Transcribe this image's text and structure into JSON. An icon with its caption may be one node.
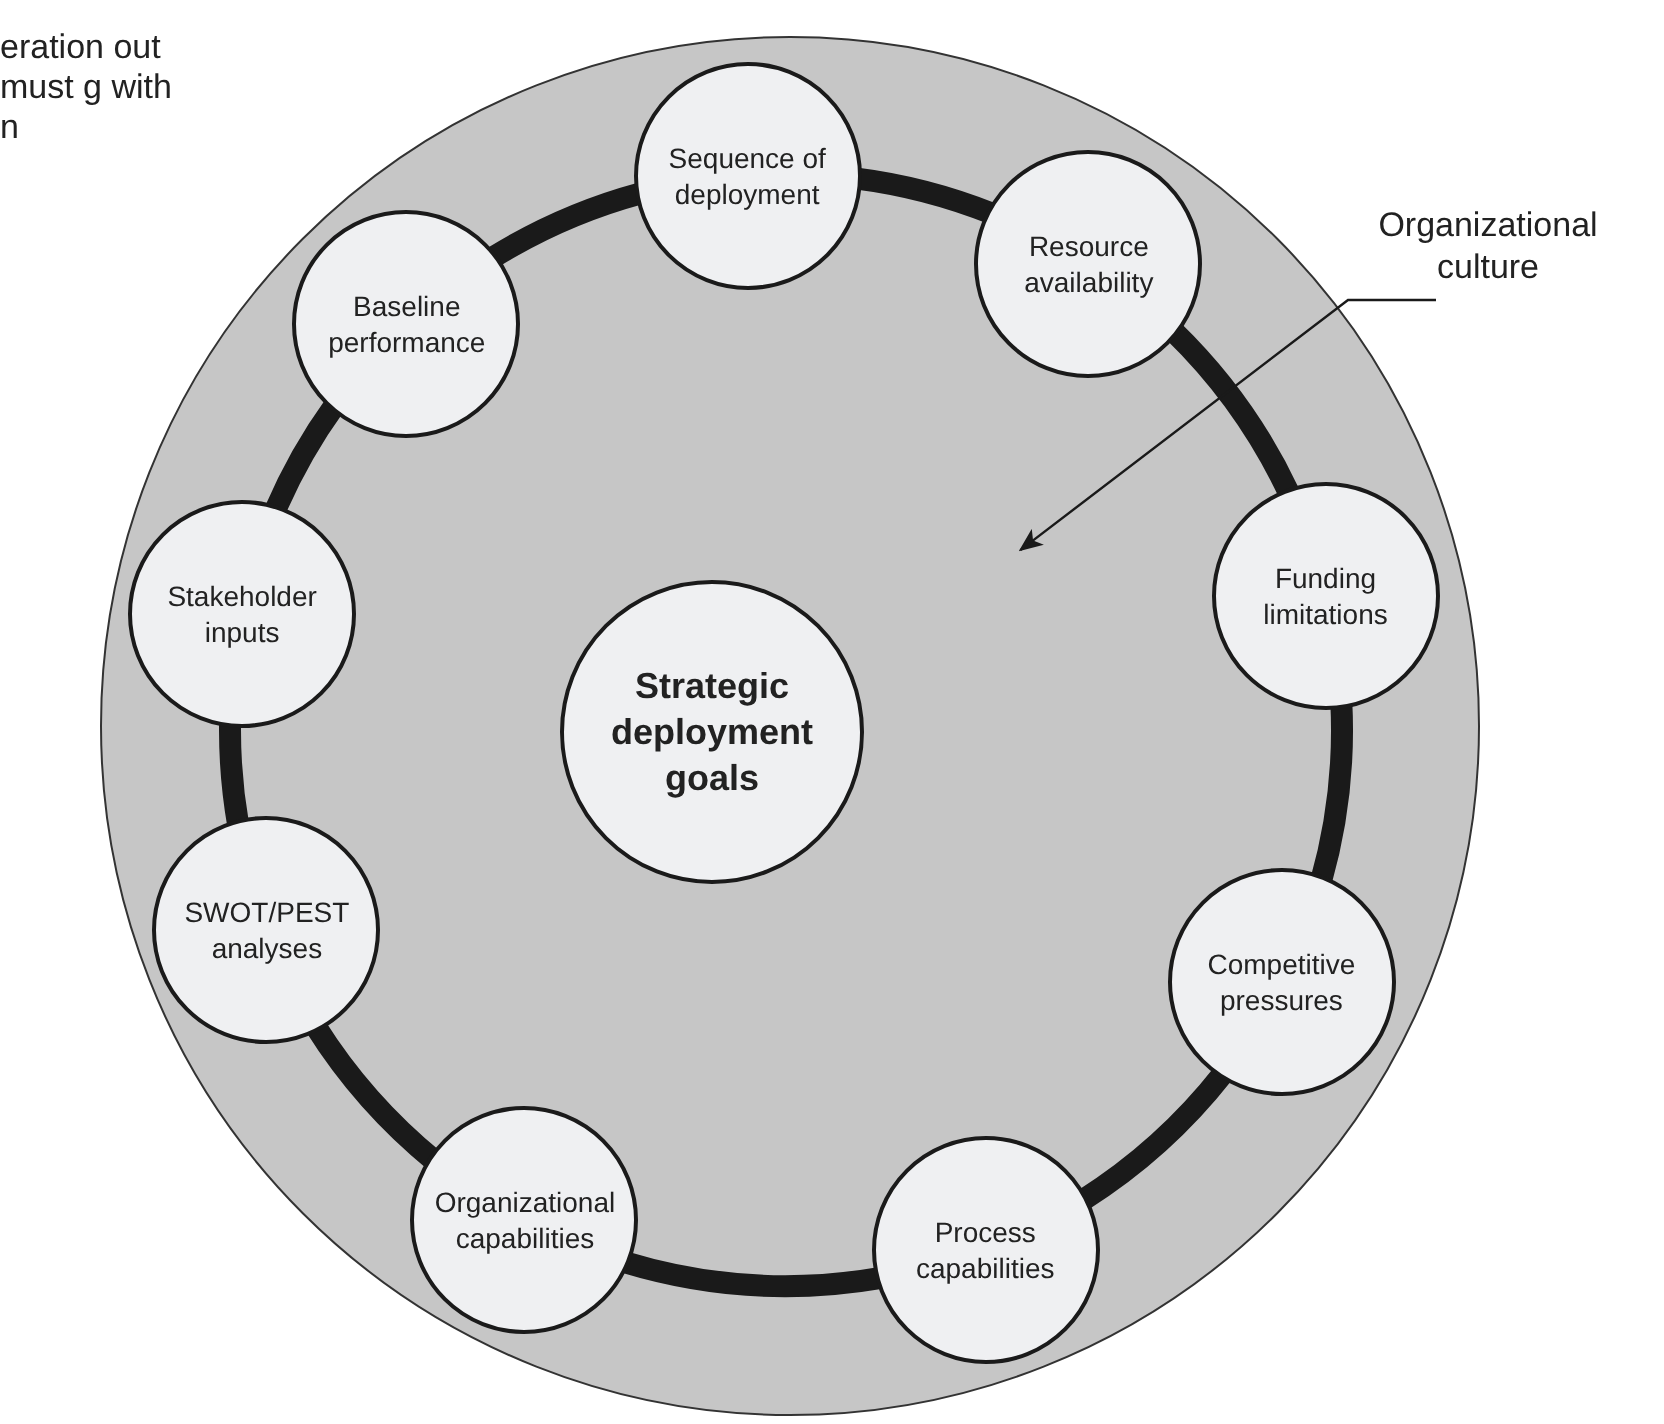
{
  "diagram": {
    "nodes": [
      {
        "text": [],
        "shape": "circle"
      },
      {
        "text": [
          "Organizational culture"
        ]
      },
      {
        "text": [
          "Strategic deployment goals"
        ],
        "in": 0
      },
      {
        "text": [
          "Sequence of deployment"
        ],
        "in": 0
      },
      {
        "text": [
          "Resource availability"
        ],
        "in": 0
      },
      {
        "text": [
          "Funding limitations"
        ],
        "in": 0
      },
      {
        "text": [
          "Competitive pressures"
        ],
        "in": 0
      },
      {
        "text": [
          "Process capabilities"
        ],
        "in": 0
      },
      {
        "text": [
          "Organizational capabilities"
        ],
        "in": 0
      },
      {
        "text": [
          "SWOT/PEST analyses"
        ],
        "in": 0
      },
      {
        "text": [
          "Stakeholder inputs"
        ],
        "in": 0
      },
      {
        "text": [
          "Baseline performance"
        ],
        "in": 0
      }
    ],
    "edges": [
      {
        "from": 1,
        "to": 0,
        "arrow": "to"
      },
      {
        "from": 3,
        "to": 4,
        "arrow": "none"
      },
      {
        "from": 4,
        "to": 5,
        "arrow": "none"
      },
      {
        "from": 5,
        "to": 6,
        "arrow": "none"
      },
      {
        "from": 6,
        "to": 7,
        "arrow": "none"
      },
      {
        "from": 7,
        "to": 8,
        "arrow": "none"
      },
      {
        "from": 8,
        "to": 9,
        "arrow": "none"
      },
      {
        "from": 9,
        "to": 10,
        "arrow": "none"
      },
      {
        "from": 10,
        "to": 11,
        "arrow": "none"
      },
      {
        "from": 11,
        "to": 3,
        "arrow": "none"
      }
    ],
    "labels": [
      "eration out must g with n"
    ]
  }
}
